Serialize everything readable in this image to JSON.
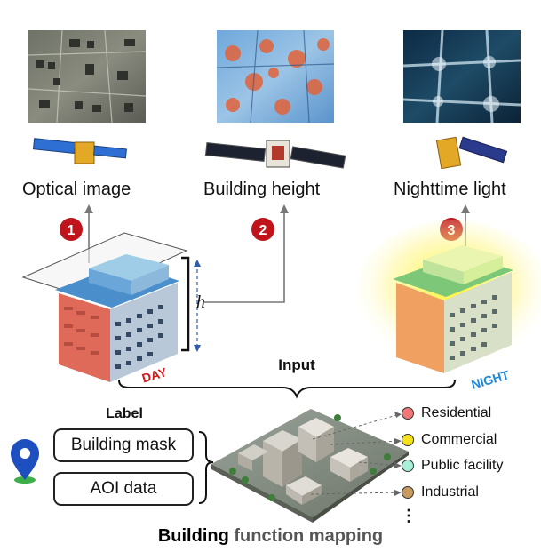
{
  "panels": [
    {
      "label": "Optical image",
      "step": "1"
    },
    {
      "label": "Building height",
      "step": "2"
    },
    {
      "label": "Nighttime light",
      "step": "3"
    }
  ],
  "height_symbol": "h",
  "day_label": "DAY",
  "night_label": "NIGHT",
  "input_label": "Input",
  "label_heading": "Label",
  "label_boxes": [
    "Building mask",
    "AOI data"
  ],
  "classes": [
    {
      "name": "Residential",
      "color": "#f07878"
    },
    {
      "name": "Commercial",
      "color": "#f5e31a"
    },
    {
      "name": "Public facility",
      "color": "#a8f0d8"
    },
    {
      "name": "Industrial",
      "color": "#c79b5e"
    }
  ],
  "title": {
    "part1": "Building",
    "part2": " function mapping"
  },
  "colors": {
    "step_badge": "#c0141c",
    "day": "#d01818",
    "night": "#1e88d8",
    "title_part2": "#555555",
    "pin": "#1e4fbf"
  }
}
